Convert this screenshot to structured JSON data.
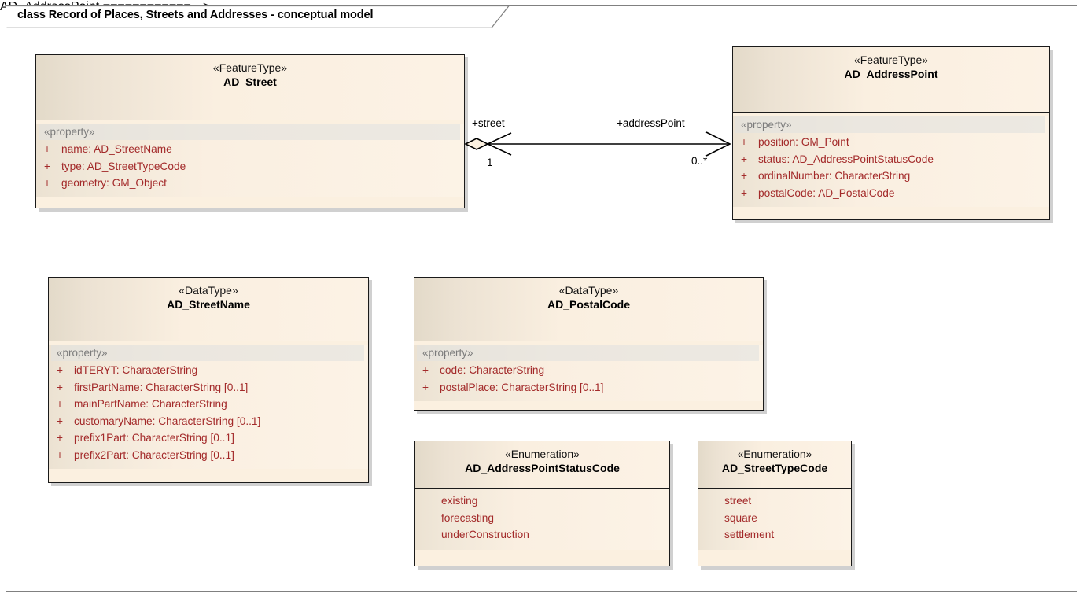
{
  "frame": {
    "title": "class Record of Places, Streets and Addresses - conceptual model"
  },
  "colors": {
    "class_fill": "#fbf0e0",
    "header_fill": "#f7ecdc",
    "border": "#1a1a1a",
    "attribute_text": "#a32a2a",
    "stereotype_text": "#111111",
    "property_band_text": "#7b7b7b",
    "frame_border": "#808080",
    "background": "#ffffff"
  },
  "classes": {
    "ad_street": {
      "stereotype": "«FeatureType»",
      "name": "AD_Street",
      "compartment_label": "«property»",
      "attributes": [
        {
          "visibility": "+",
          "text": "name:  AD_StreetName"
        },
        {
          "visibility": "+",
          "text": "type: AD_StreetTypeCode"
        },
        {
          "visibility": "+",
          "text": "geometry:  GM_Object"
        }
      ]
    },
    "ad_addresspoint": {
      "stereotype": "«FeatureType»",
      "name": "AD_AddressPoint",
      "compartment_label": "«property»",
      "attributes": [
        {
          "visibility": "+",
          "text": "position:  GM_Point"
        },
        {
          "visibility": "+",
          "text": "status:  AD_AddressPointStatusCode"
        },
        {
          "visibility": "+",
          "text": "ordinalNumber:  CharacterString"
        },
        {
          "visibility": "+",
          "text": "postalCode:  AD_PostalCode"
        }
      ]
    },
    "ad_streetname": {
      "stereotype": "«DataType»",
      "name": "AD_StreetName",
      "compartment_label": "«property»",
      "attributes": [
        {
          "visibility": "+",
          "text": "idTERYT:  CharacterString"
        },
        {
          "visibility": "+",
          "text": "firstPartName:  CharacterString [0..1]"
        },
        {
          "visibility": "+",
          "text": "mainPartName:  CharacterString"
        },
        {
          "visibility": "+",
          "text": "customaryName:  CharacterString [0..1]"
        },
        {
          "visibility": "+",
          "text": "prefix1Part:  CharacterString [0..1]"
        },
        {
          "visibility": "+",
          "text": "prefix2Part:  CharacterString [0..1]"
        }
      ]
    },
    "ad_postalcode": {
      "stereotype": "«DataType»",
      "name": "AD_PostalCode",
      "compartment_label": "«property»",
      "attributes": [
        {
          "visibility": "+",
          "text": "code:  CharacterString"
        },
        {
          "visibility": "+",
          "text": "postalPlace:  CharacterString [0..1]"
        }
      ]
    },
    "ad_addresspointstatuscode": {
      "stereotype": "«Enumeration»",
      "name": "AD_AddressPointStatusCode",
      "literals": [
        "existing",
        "forecasting",
        "underConstruction"
      ]
    },
    "ad_streettypecode": {
      "stereotype": "«Enumeration»",
      "name": "AD_StreetTypeCode",
      "literals": [
        "street",
        "square",
        "settlement"
      ]
    }
  },
  "association": {
    "source_role": "+street",
    "source_multiplicity": "1",
    "target_role": "+addressPoint",
    "target_multiplicity": "0..*"
  }
}
